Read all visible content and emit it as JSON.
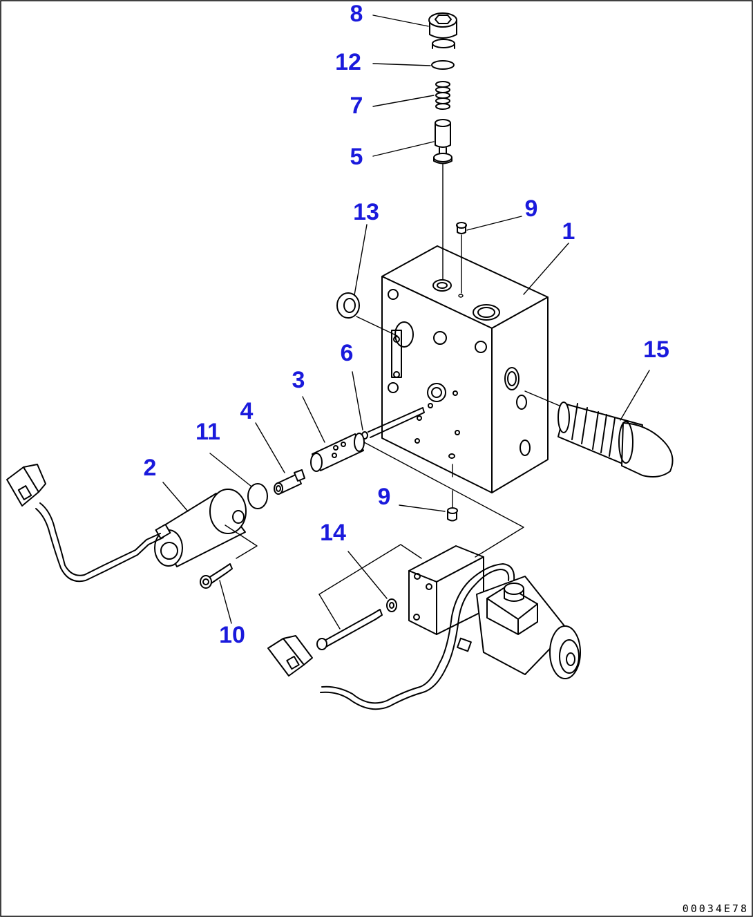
{
  "callouts": {
    "p1": "1",
    "p2": "2",
    "p3": "3",
    "p4": "4",
    "p5": "5",
    "p6": "6",
    "p7": "7",
    "p8": "8",
    "p9a": "9",
    "p9b": "9",
    "p10": "10",
    "p11": "11",
    "p12": "12",
    "p13": "13",
    "p14": "14",
    "p15": "15"
  },
  "reference_number": "00034E78",
  "colors": {
    "callout": "#1a1adc",
    "line": "#000000",
    "background": "#ffffff"
  }
}
